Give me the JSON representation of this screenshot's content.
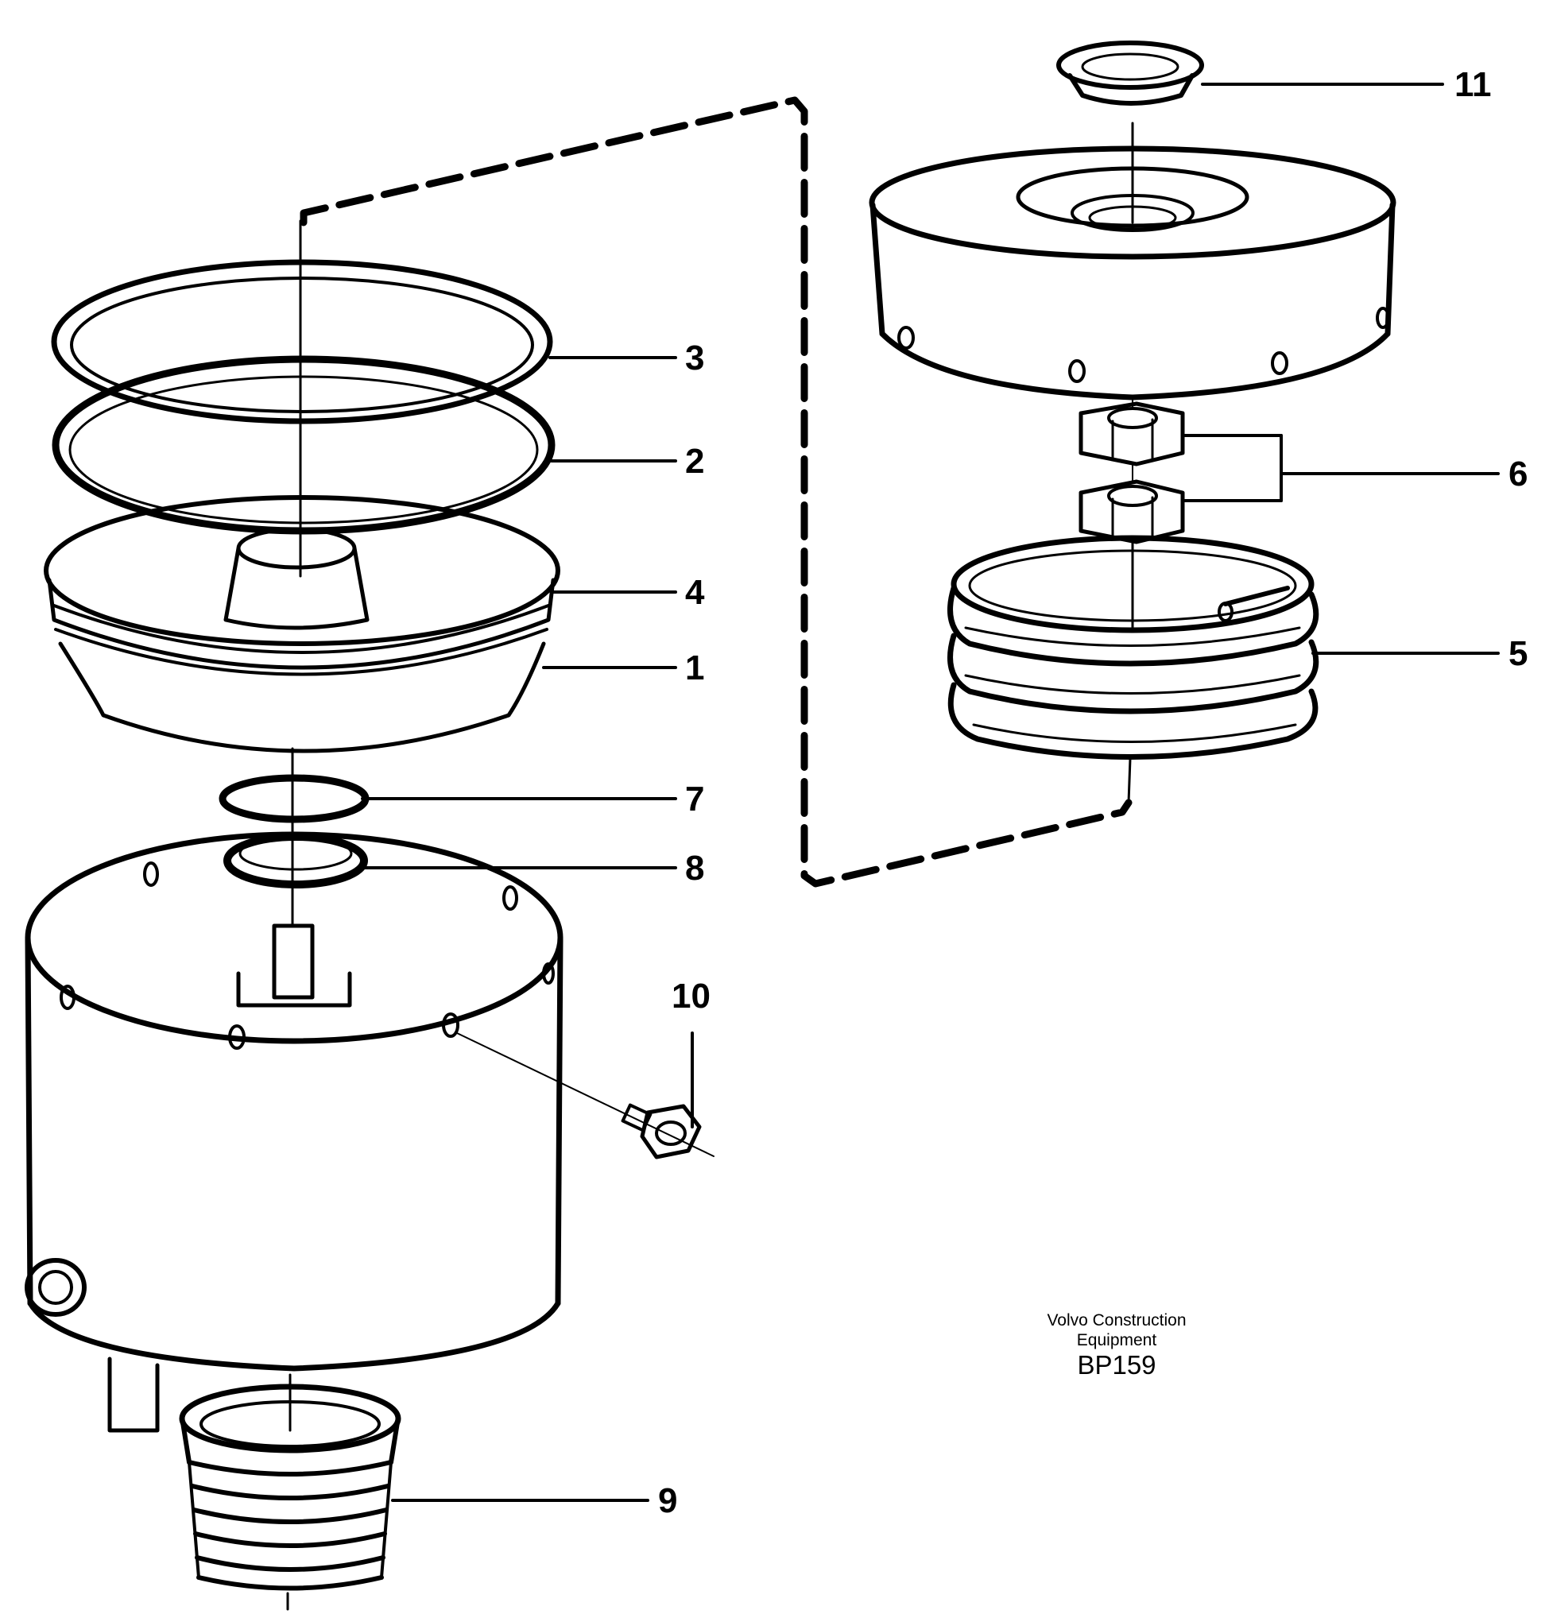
{
  "callouts": {
    "c1": "1",
    "c2": "2",
    "c3": "3",
    "c4": "4",
    "c5": "5",
    "c6": "6",
    "c7": "7",
    "c8": "8",
    "c9": "9",
    "c10": "10",
    "c11": "11"
  },
  "credit": {
    "line1": "Volvo Construction",
    "line2": "Equipment",
    "code": "BP159"
  }
}
